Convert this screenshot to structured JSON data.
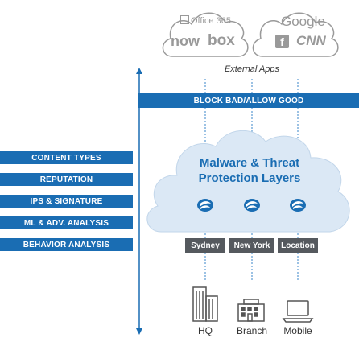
{
  "external_apps": {
    "caption": "External Apps",
    "cloud_left": {
      "office": "Office 365",
      "now": "now",
      "box": "box"
    },
    "cloud_right": {
      "google": "Google",
      "facebook": "f",
      "cnn": "CNN"
    }
  },
  "top_bar": "BLOCK BAD/ALLOW GOOD",
  "left_bars": [
    "CONTENT TYPES",
    "REPUTATION",
    "IPS & SIGNATURE",
    "ML & ADV. ANALYSIS",
    "BEHAVIOR ANALYSIS"
  ],
  "cloud": {
    "line1": "Malware & Threat",
    "line2": "Protection Layers"
  },
  "locations": [
    "Sydney",
    "New York",
    "Location"
  ],
  "sites": [
    {
      "label": "HQ",
      "icon": "building-icon"
    },
    {
      "label": "Branch",
      "icon": "office-icon"
    },
    {
      "label": "Mobile",
      "icon": "laptop-icon"
    }
  ],
  "colors": {
    "blue": "#1a6db3",
    "gray_box": "#55595e",
    "cloud_fill": "#dbe8f5",
    "app_cloud": "#9a9a9a"
  }
}
